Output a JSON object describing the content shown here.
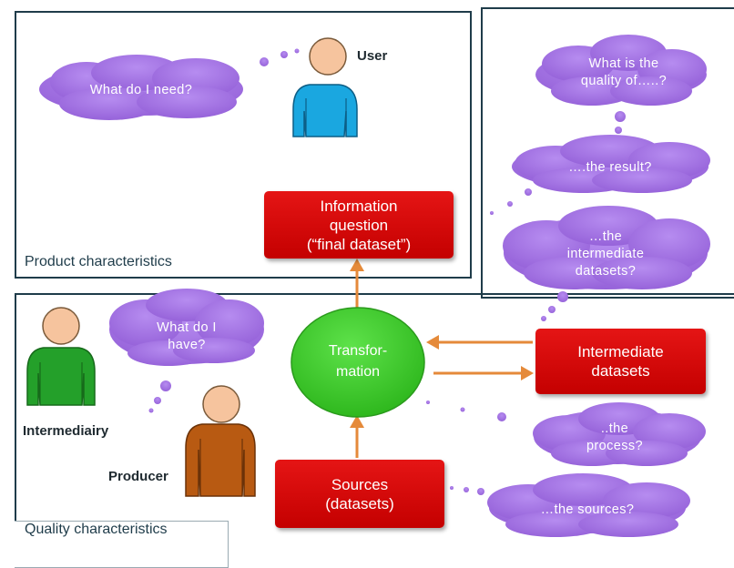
{
  "sections": {
    "product_label": "Product characteristics",
    "quality_label": "Quality characteristics"
  },
  "people": {
    "user": "User",
    "intermediary": "Intermediairy",
    "producer": "Producer"
  },
  "nodes": {
    "information_question": "Information\nquestion\n(“final dataset”)",
    "transformation": "Transfor-\nmation",
    "intermediate_datasets": "Intermediate\ndatasets",
    "sources": "Sources\n(datasets)"
  },
  "thoughts": {
    "what_do_i_need": "What do I need?",
    "what_do_i_have": "What do I\nhave?",
    "quality_of": "What is the\nquality of…..?",
    "the_result": "….the result?",
    "intermediate": "…the\nintermediate\ndatasets?",
    "process": "..the\nprocess?",
    "the_sources": "…the sources?"
  },
  "colors": {
    "cloud": "#a070e0",
    "red_box": "#d90a0a",
    "circle": "#3fcc2a",
    "arrow": "#e58a3a",
    "frame": "#1f3c4a",
    "user_shirt": "#1aa7e0",
    "intermediary_shirt": "#24a02a",
    "producer_shirt": "#b85a12",
    "skin": "#f6c49e"
  }
}
